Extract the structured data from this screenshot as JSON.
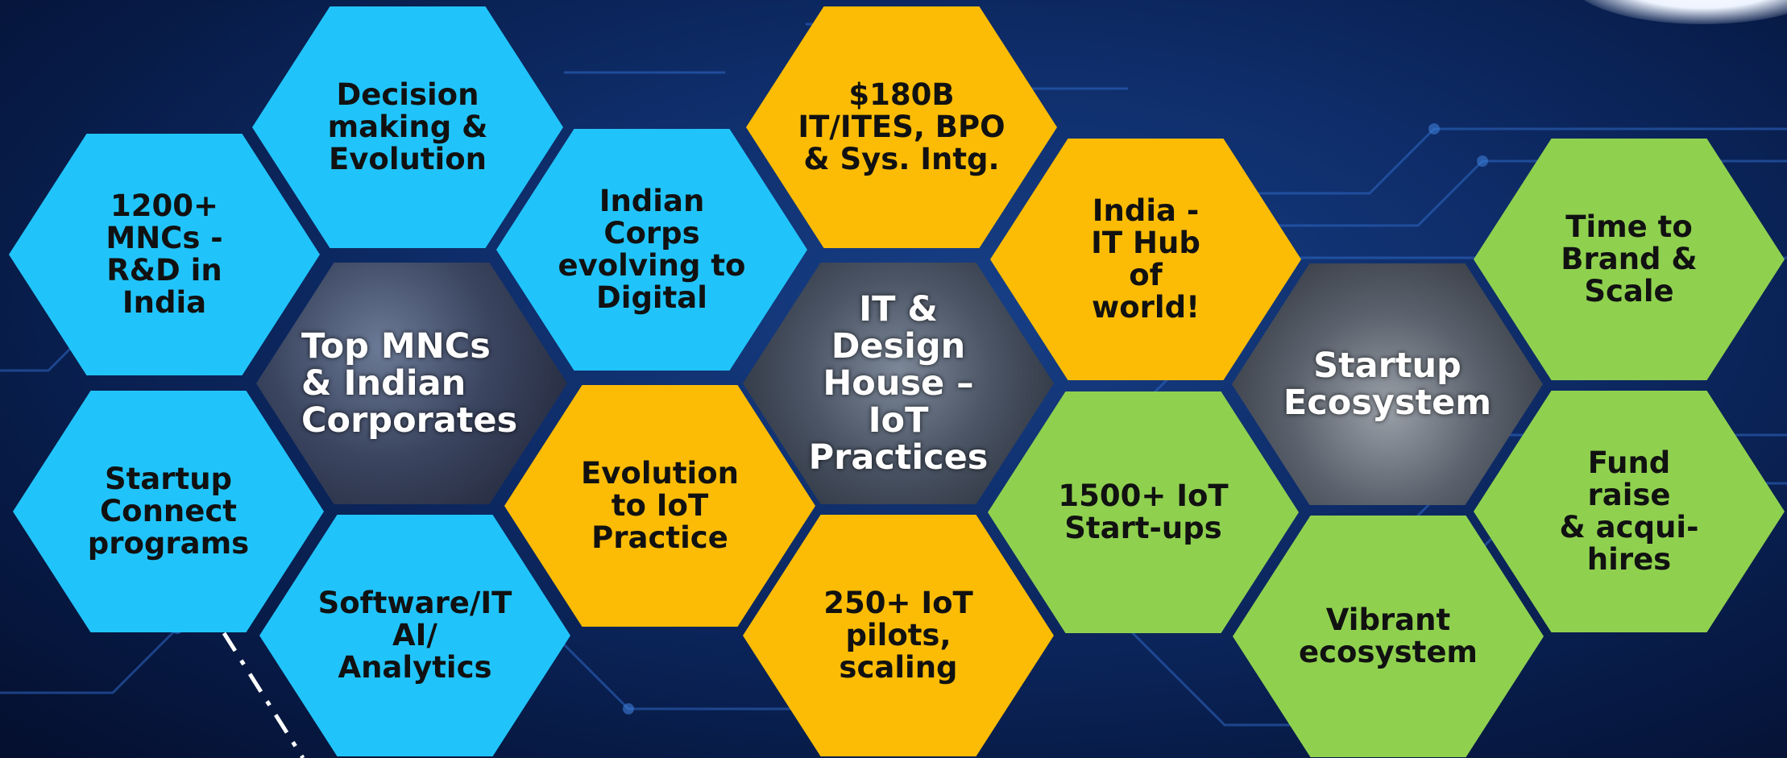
{
  "colors": {
    "blue": "#21c4fa",
    "gold": "#fcbc05",
    "green": "#8fd14f"
  },
  "hexagons": {
    "decision": "Decision\nmaking &\nEvolution",
    "mnc_rd": "1200+\nMNCs -\nR&D in\nIndia",
    "top_mncs": "Top MNCs\n& Indian\nCorporates",
    "indian_corps": "Indian\nCorps\nevolving to\nDigital",
    "startup_connect": "Startup\nConnect\nprograms",
    "software_it": "Software/IT\nAI/\nAnalytics",
    "evolution_iot": "Evolution\nto IoT\nPractice",
    "itites": "$180B\nIT/ITES, BPO\n& Sys. Intg.",
    "design_house": "IT & Design\nHouse – IoT\nPractices",
    "iot_pilots": "250+ IoT\npilots,\nscaling",
    "it_hub": "India -\nIT Hub\nof\nworld!",
    "iot_startups": "1500+ IoT\nStart-ups",
    "startup_eco": "Startup\nEcosystem",
    "vibrant": "Vibrant\necosystem",
    "brand_scale": "Time to\nBrand &\nScale",
    "fund_raise": "Fund\nraise\n& acqui-\nhires"
  }
}
